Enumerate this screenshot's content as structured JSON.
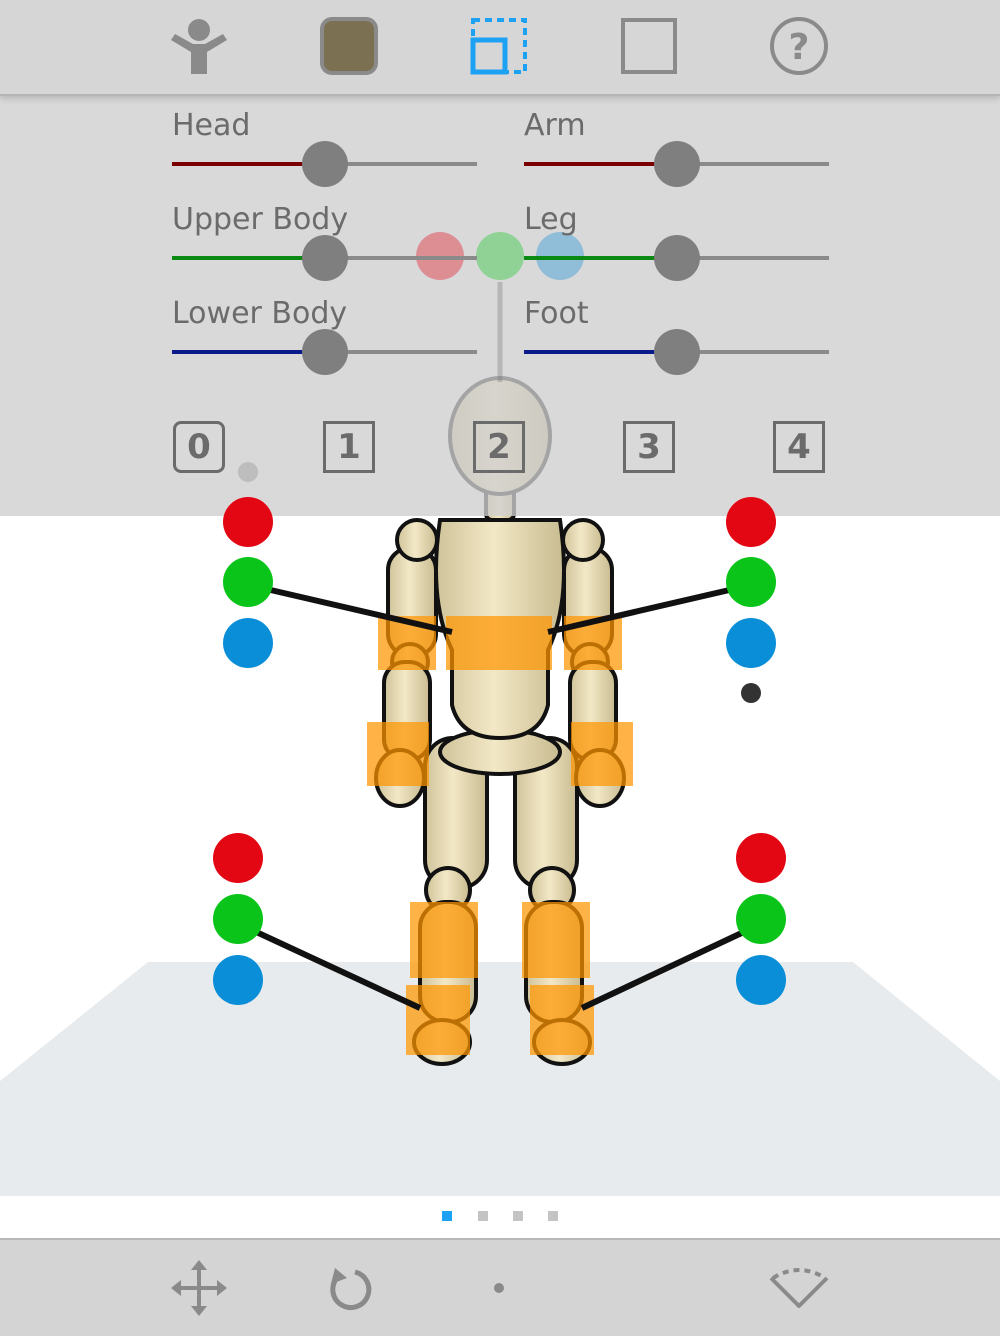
{
  "toolbar": {
    "icons": [
      "person-icon",
      "model-color-square-icon",
      "selection-square-icon",
      "frame-square-icon",
      "help-icon"
    ],
    "help_label": "?",
    "colors": {
      "active": "#1da1f2",
      "inactive": "#8a8a8a",
      "model": "#7c7052"
    }
  },
  "sliders": [
    {
      "label": "Head",
      "value": 0.5,
      "color": "#7a0000"
    },
    {
      "label": "Arm",
      "value": 0.5,
      "color": "#7a0000"
    },
    {
      "label": "Upper Body",
      "value": 0.5,
      "color": "#0a8a12"
    },
    {
      "label": "Leg",
      "value": 0.5,
      "color": "#0a8a12"
    },
    {
      "label": "Lower Body",
      "value": 0.5,
      "color": "#0a1a8a"
    },
    {
      "label": "Foot",
      "value": 0.5,
      "color": "#0a1a8a"
    }
  ],
  "presets": [
    "0",
    "1",
    "2",
    "3",
    "4"
  ],
  "handles": {
    "red": "#e30613",
    "green": "#0ac41a",
    "blue": "#0a8ed8"
  },
  "page_indicator": {
    "count": 4,
    "active": 0,
    "active_color": "#1da1f2",
    "inactive_color": "#c4c4c4"
  },
  "bottom_toolbar": {
    "icons": [
      "move-arrows-icon",
      "rotate-icon",
      "center-dot-icon",
      "camera-angle-icon"
    ]
  }
}
